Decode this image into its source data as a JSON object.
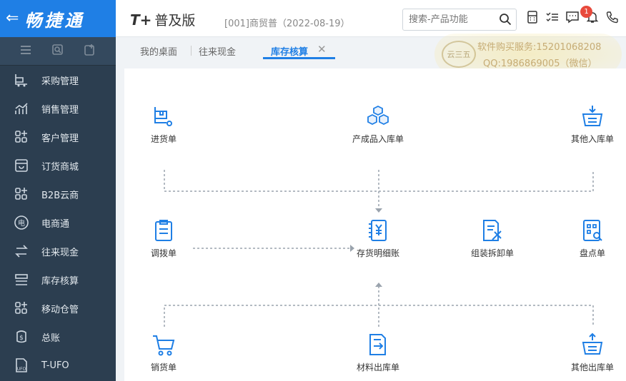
{
  "brand": {
    "title": "畅捷通",
    "back_icon": "arrow-left-icon"
  },
  "sidebar": {
    "tools": [
      "menu-icon",
      "search-icon",
      "add-icon"
    ],
    "items": [
      {
        "label": "采购管理",
        "icon": "purchase-icon"
      },
      {
        "label": "销售管理",
        "icon": "sales-chart-icon"
      },
      {
        "label": "客户管理",
        "icon": "grid-plus-icon"
      },
      {
        "label": "订货商城",
        "icon": "store-icon"
      },
      {
        "label": "B2B云商",
        "icon": "grid-plus-icon"
      },
      {
        "label": "电商通",
        "icon": "ecommerce-icon"
      },
      {
        "label": "往来现金",
        "icon": "exchange-icon"
      },
      {
        "label": "库存核算",
        "icon": "inventory-icon"
      },
      {
        "label": "移动仓管",
        "icon": "grid-plus-icon"
      },
      {
        "label": "总账",
        "icon": "ledger-icon"
      },
      {
        "label": "T-UFO",
        "icon": "ufo-file-icon"
      }
    ]
  },
  "header": {
    "logo": "T+",
    "edition": "普及版",
    "company": "[001]商贸普（2022-08-19）",
    "search_placeholder": "搜索-产品功能",
    "notification_count": "1",
    "icons": [
      "calculator-icon",
      "checklist-icon",
      "message-icon",
      "bell-icon",
      "phone-icon"
    ]
  },
  "tabs": [
    {
      "label": "我的桌面",
      "active": false
    },
    {
      "label": "往来现金",
      "active": false
    },
    {
      "label": "库存核算",
      "active": true
    }
  ],
  "watermark": {
    "logo_text": "云三五",
    "line1": "软件购买服务:15201068208",
    "line2": "QQ:1986869005（微信）"
  },
  "flow": {
    "top": [
      "进货单",
      "产成品入库单",
      "其他入库单"
    ],
    "middle": [
      "调拨单",
      "存货明细账",
      "组装拆卸单",
      "盘点单"
    ],
    "bottom": [
      "销货单",
      "材料出库单",
      "其他出库单"
    ]
  },
  "colors": {
    "accent": "#1f7fe5",
    "sidebar": "#2c3e50",
    "badge": "#e84a3c"
  }
}
